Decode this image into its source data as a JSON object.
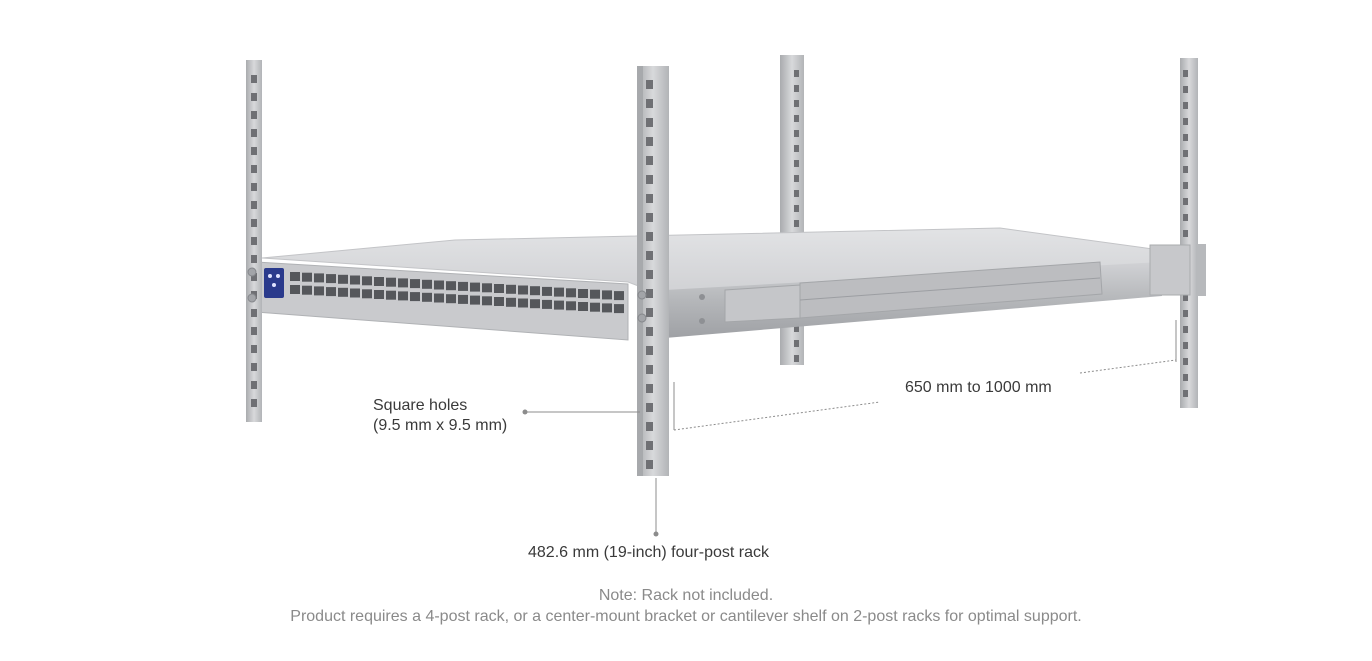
{
  "annotations": {
    "square_holes_line1": "Square holes",
    "square_holes_line2": "(9.5 mm x 9.5 mm)",
    "depth_range": "650 mm to 1000 mm",
    "rack_type": "482.6 mm (19-inch) four-post rack"
  },
  "notes": {
    "line1": "Note: Rack not included.",
    "line2": "Product requires a 4-post rack, or a center-mount bracket or cantilever shelf on 2-post racks for optimal support."
  },
  "colors": {
    "post": "#c4c5c8",
    "post_dark": "#9a9ca0",
    "hole": "#6f7074",
    "switch_top": "#d9dadc",
    "switch_front": "#c9cacd",
    "port": "#55575b",
    "rail": "#b8b9bc",
    "leader": "#8c8c8c",
    "text": "#3a3a3a",
    "note_text": "#8a8a8a",
    "status_panel": "#2a3a8c"
  }
}
